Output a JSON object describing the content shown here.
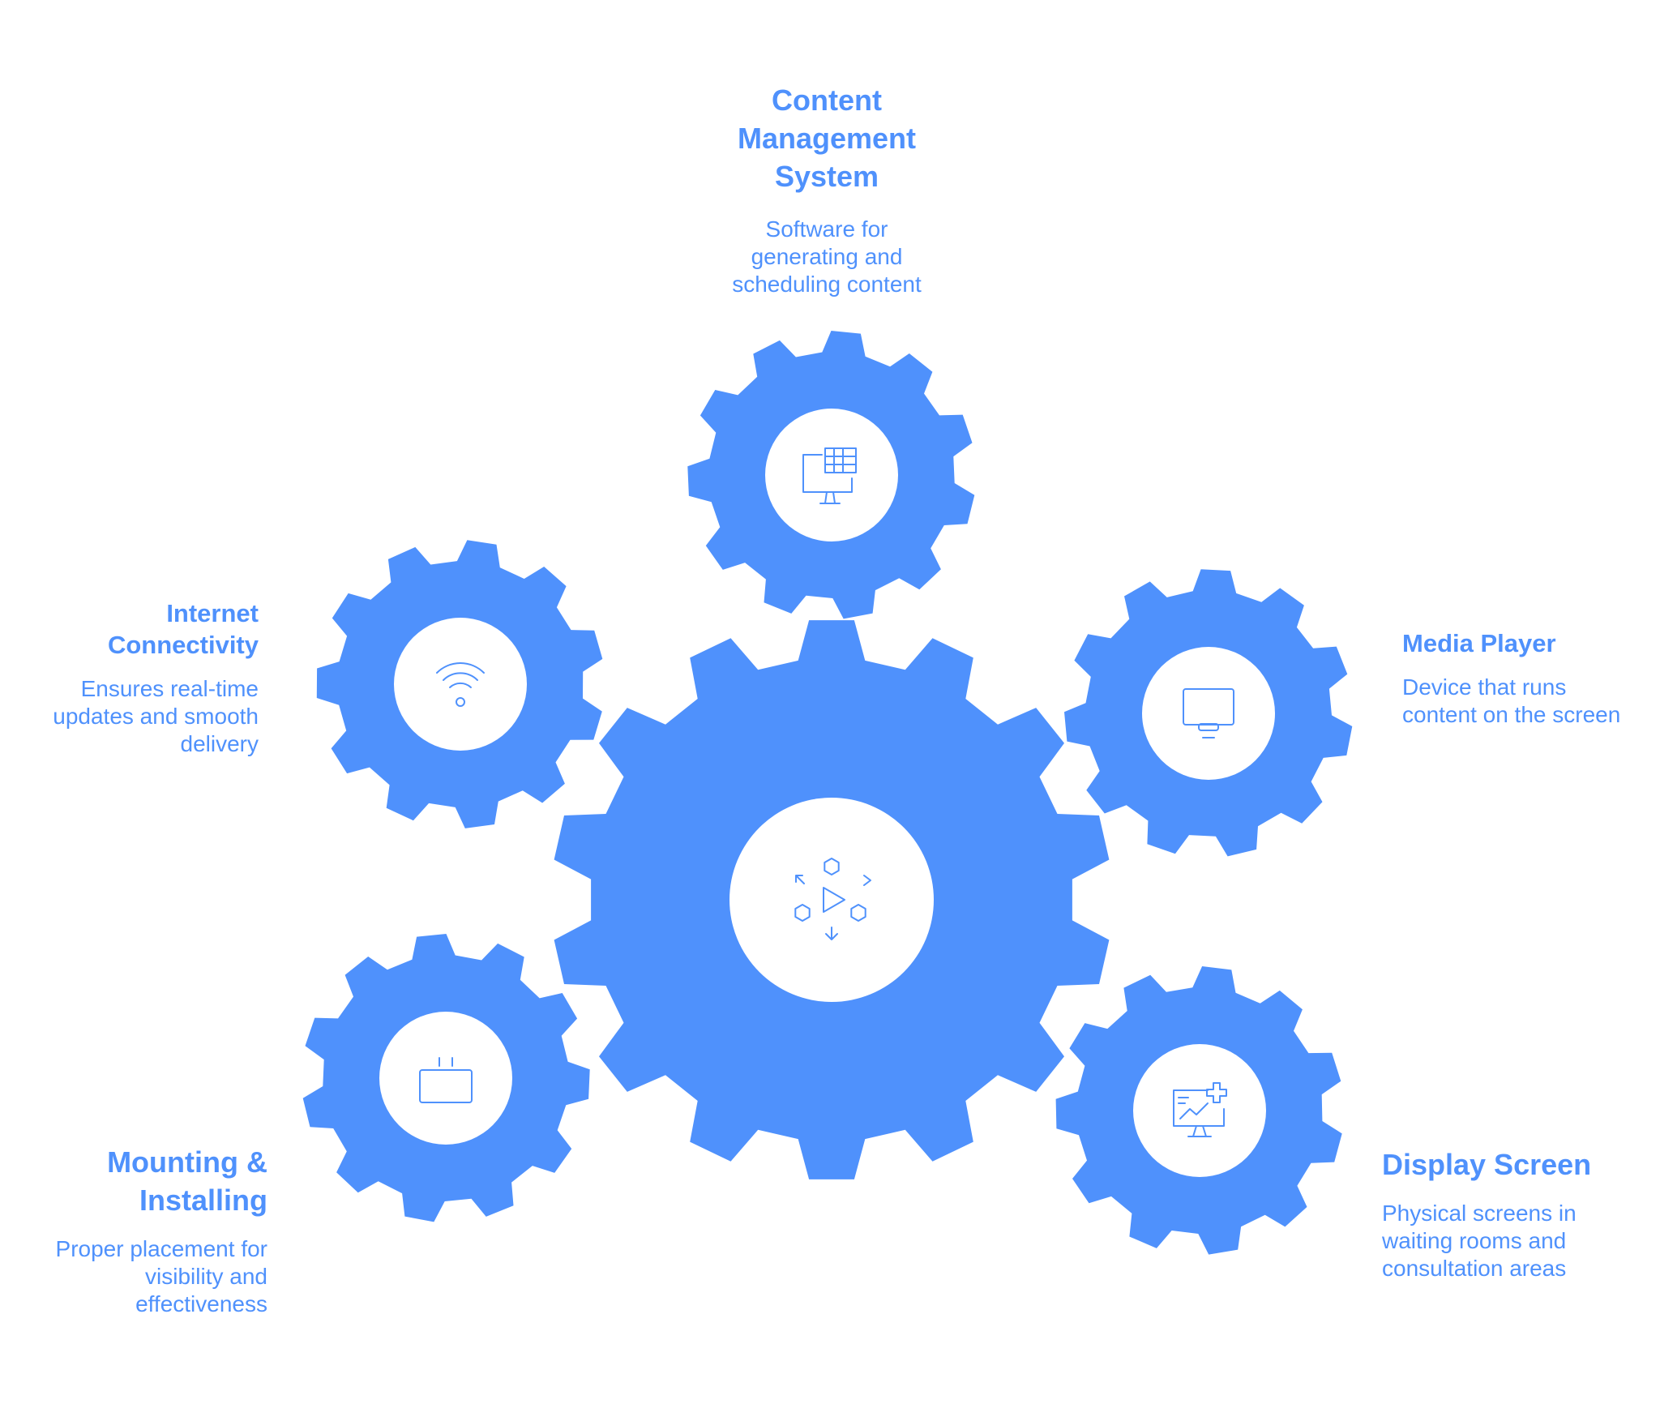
{
  "colors": {
    "gear": "#4f91fc",
    "gear_hole": "#ffffff",
    "text": "#4f91fc",
    "icon_stroke": "#4f91fc"
  },
  "center": {
    "icon": "play-hexagon-network-icon"
  },
  "components": [
    {
      "id": "cms",
      "icon": "monitor-spreadsheet-icon",
      "title_lines": [
        "Content",
        "Management",
        "System"
      ],
      "desc_lines": [
        "Software for",
        "generating and",
        "scheduling content"
      ]
    },
    {
      "id": "internet",
      "icon": "wifi-icon",
      "title_lines": [
        "Internet",
        "Connectivity"
      ],
      "desc_lines": [
        "Ensures real-time",
        "updates and smooth",
        "delivery"
      ]
    },
    {
      "id": "media",
      "icon": "monitor-icon",
      "title_lines": [
        "Media Player"
      ],
      "desc_lines": [
        "Device that runs",
        "content on the screen"
      ]
    },
    {
      "id": "mounting",
      "icon": "wall-mount-screen-icon",
      "title_lines": [
        "Mounting &",
        "Installing"
      ],
      "desc_lines": [
        "Proper placement for",
        "visibility and",
        "effectiveness"
      ]
    },
    {
      "id": "display",
      "icon": "monitor-chart-plus-icon",
      "title_lines": [
        "Display Screen"
      ],
      "desc_lines": [
        "Physical screens in",
        "waiting rooms and",
        "consultation areas"
      ]
    }
  ]
}
